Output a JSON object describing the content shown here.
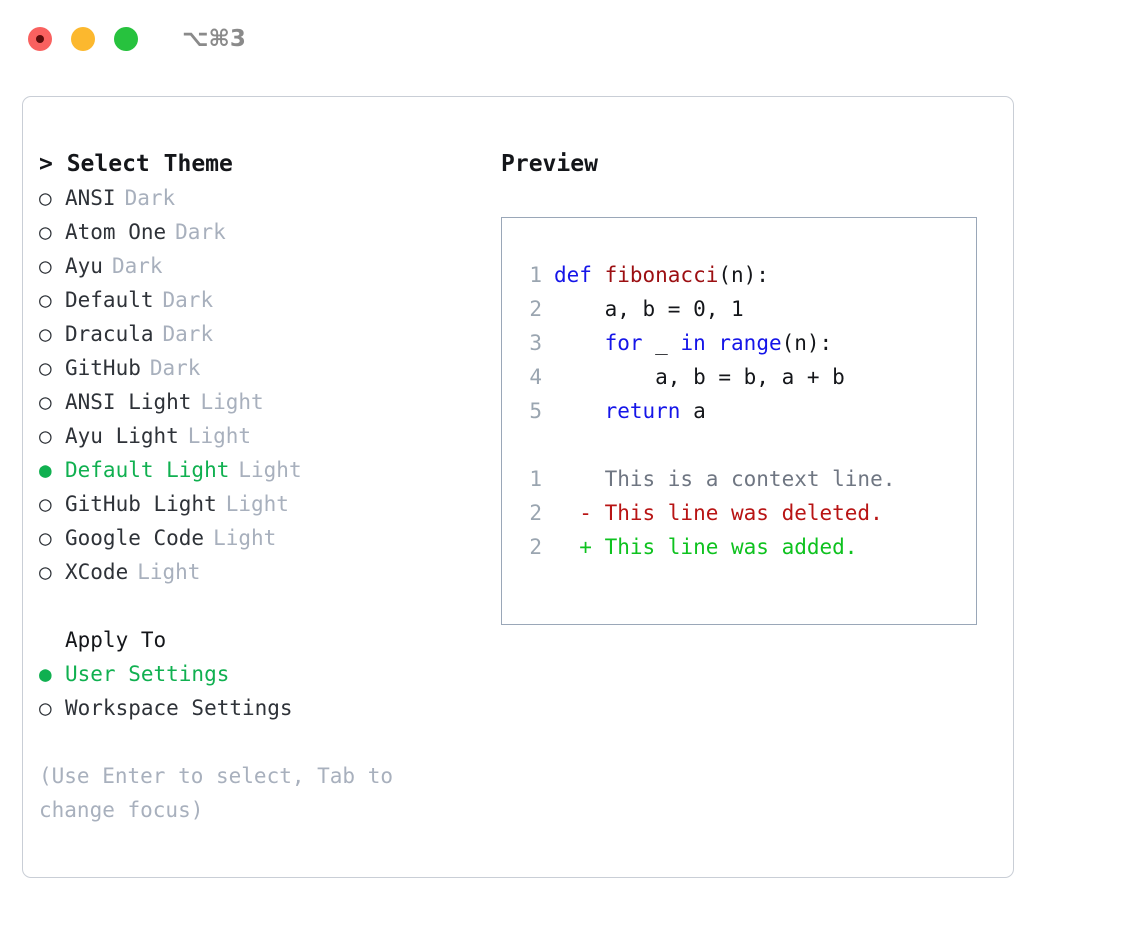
{
  "titlebar": {
    "lights": [
      {
        "name": "close-button",
        "color": "#f9615f"
      },
      {
        "name": "minimize-button",
        "color": "#fcb82e"
      },
      {
        "name": "maximize-button",
        "color": "#27c23e"
      }
    ],
    "shortcut": "⌥⌘3"
  },
  "theme_picker": {
    "header": "> Select Theme",
    "options": [
      {
        "marker": "○",
        "label": "ANSI",
        "tag": "Dark",
        "selected": false
      },
      {
        "marker": "○",
        "label": "Atom One",
        "tag": "Dark",
        "selected": false
      },
      {
        "marker": "○",
        "label": "Ayu",
        "tag": "Dark",
        "selected": false
      },
      {
        "marker": "○",
        "label": "Default",
        "tag": "Dark",
        "selected": false
      },
      {
        "marker": "○",
        "label": "Dracula",
        "tag": "Dark",
        "selected": false
      },
      {
        "marker": "○",
        "label": "GitHub",
        "tag": "Dark",
        "selected": false
      },
      {
        "marker": "○",
        "label": "ANSI Light",
        "tag": "Light",
        "selected": false
      },
      {
        "marker": "○",
        "label": "Ayu Light",
        "tag": "Light",
        "selected": false
      },
      {
        "marker": "●",
        "label": "Default Light",
        "tag": "Light",
        "selected": true
      },
      {
        "marker": "○",
        "label": "GitHub Light",
        "tag": "Light",
        "selected": false
      },
      {
        "marker": "○",
        "label": "Google Code",
        "tag": "Light",
        "selected": false
      },
      {
        "marker": "○",
        "label": "XCode",
        "tag": "Light",
        "selected": false
      }
    ]
  },
  "apply_to": {
    "header": "Apply To",
    "options": [
      {
        "marker": "●",
        "label": "User Settings",
        "selected": true
      },
      {
        "marker": "○",
        "label": "Workspace Settings",
        "selected": false
      }
    ]
  },
  "hint": "(Use Enter to select, Tab to change focus)",
  "preview": {
    "title": "Preview",
    "code_lines": [
      {
        "no": "1",
        "indent": "",
        "tokens": [
          {
            "t": "def ",
            "k": "kw"
          },
          {
            "t": "fibonacci",
            "k": "fn"
          },
          {
            "t": "(n):",
            "k": "txt"
          }
        ]
      },
      {
        "no": "2",
        "indent": "    ",
        "tokens": [
          {
            "t": "a, b = 0, 1",
            "k": "txt"
          }
        ]
      },
      {
        "no": "3",
        "indent": "    ",
        "tokens": [
          {
            "t": "for ",
            "k": "kw"
          },
          {
            "t": "_ ",
            "k": "txt"
          },
          {
            "t": "in ",
            "k": "kw"
          },
          {
            "t": "range",
            "k": "kw"
          },
          {
            "t": "(n):",
            "k": "txt"
          }
        ]
      },
      {
        "no": "4",
        "indent": "        ",
        "tokens": [
          {
            "t": "a, b = b, a + b",
            "k": "txt"
          }
        ]
      },
      {
        "no": "5",
        "indent": "    ",
        "tokens": [
          {
            "t": "return ",
            "k": "kw"
          },
          {
            "t": "a",
            "k": "txt"
          }
        ]
      }
    ],
    "diff_lines": [
      {
        "no": "1",
        "sign": "  ",
        "text": "This is a context line.",
        "kind": "ctx"
      },
      {
        "no": "2",
        "sign": "- ",
        "text": "This line was deleted.",
        "kind": "del"
      },
      {
        "no": "2",
        "sign": "+ ",
        "text": "This line was added.",
        "kind": "add"
      }
    ]
  },
  "colors": {
    "accent_green": "#10b050",
    "tag_grey": "#a8b0bd",
    "keyword_blue": "#1515e8",
    "function_red": "#9c0f12",
    "diff_delete": "#b81414",
    "diff_add": "#0ec21f",
    "border": "#9aa7b8",
    "panel_border": "#c9ced6"
  }
}
